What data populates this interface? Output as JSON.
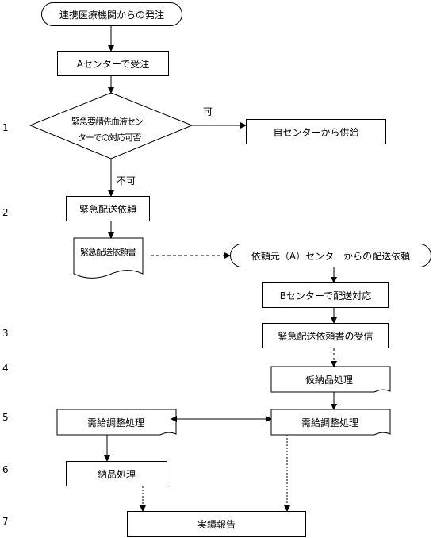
{
  "nodes": {
    "start": "連携医療機関からの発注",
    "a_receive": "Aセンターで受注",
    "decision_line1": "緊急要請先血液セン",
    "decision_line2": "ターでの対応可否",
    "self_supply": "自センターから供給",
    "emergency_request": "緊急配送依頼",
    "request_doc": "緊急配送依頼書",
    "requester_start": "依頼元（A）センターからの配送依頼",
    "b_response": "Bセンターで配送対応",
    "doc_receive": "緊急配送依頼書の受信",
    "provisional": "仮納品処理",
    "adjust_left": "需給調整処理",
    "adjust_right": "需給調整処理",
    "delivery": "納品処理",
    "report": "実績報告"
  },
  "edges": {
    "yes": "可",
    "no": "不可"
  },
  "steps": [
    "1",
    "2",
    "3",
    "4",
    "5",
    "6",
    "7"
  ]
}
